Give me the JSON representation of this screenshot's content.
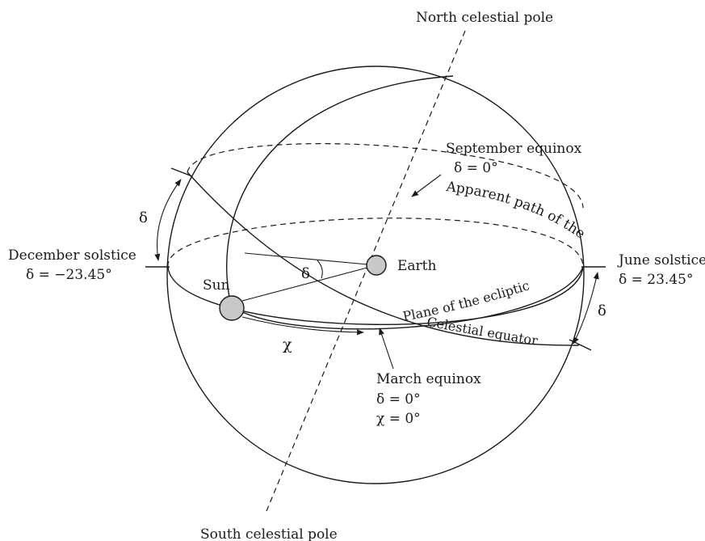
{
  "labels": {
    "north_pole": "North celestial pole",
    "south_pole": "South celestial pole",
    "september_equinox": "September equinox",
    "september_delta": "δ = 0°",
    "apparent_path": "Apparent path of the Sun",
    "december_solstice": "December solstice",
    "december_delta": "δ = −23.45°",
    "june_solstice": "June solstice",
    "june_delta": "δ = 23.45°",
    "earth": "Earth",
    "sun": "Sun",
    "delta_symbol": "δ",
    "chi_symbol": "χ",
    "plane_ecliptic": "Plane of the ecliptic",
    "celestial_equator": "Celestial equator",
    "march_equinox": "March equinox",
    "march_delta": "δ = 0°",
    "march_chi": "χ = 0°"
  },
  "colors": {
    "ink": "#1a1a1a",
    "body_fill": "#c8c8c8",
    "background": "#ffffff"
  }
}
